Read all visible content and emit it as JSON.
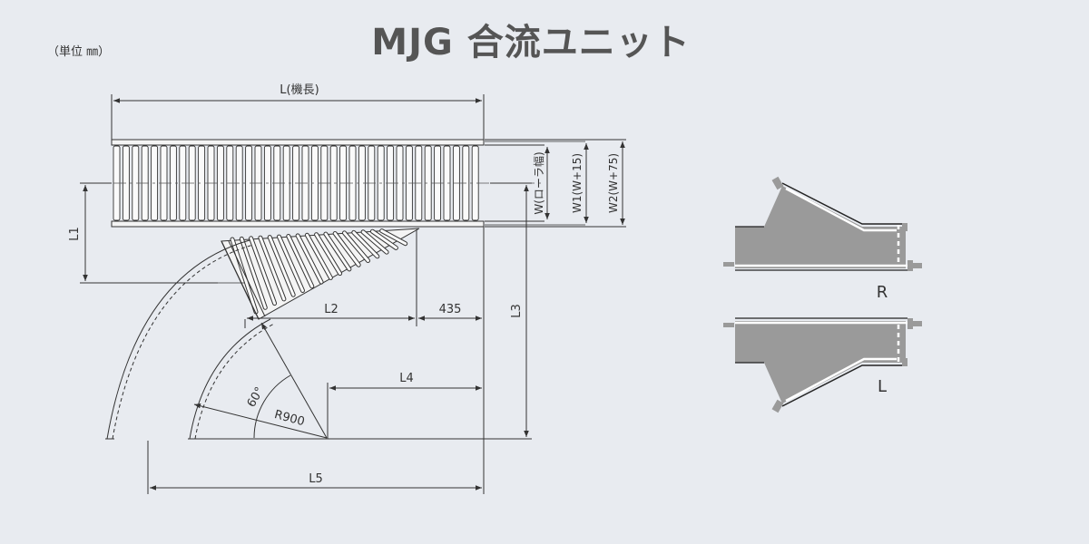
{
  "title": "MJG 合流ユニット",
  "unit_label": "（単位 ㎜）",
  "dimensions": {
    "L": "L(機長)",
    "W": "W(ローラ幅)",
    "W1": "W1(W+15)",
    "W2": "W2(W+75)",
    "L1": "L1",
    "L2": "L2",
    "d435": "435",
    "L3": "L3",
    "L4": "L4",
    "L5": "L5",
    "angle": "60°",
    "radius": "R900"
  },
  "variants": {
    "right": "R",
    "left": "L"
  },
  "colors": {
    "background": "#e8ebf0",
    "line": "#333333",
    "fill": "#9a9a9a",
    "title": "#555555"
  }
}
